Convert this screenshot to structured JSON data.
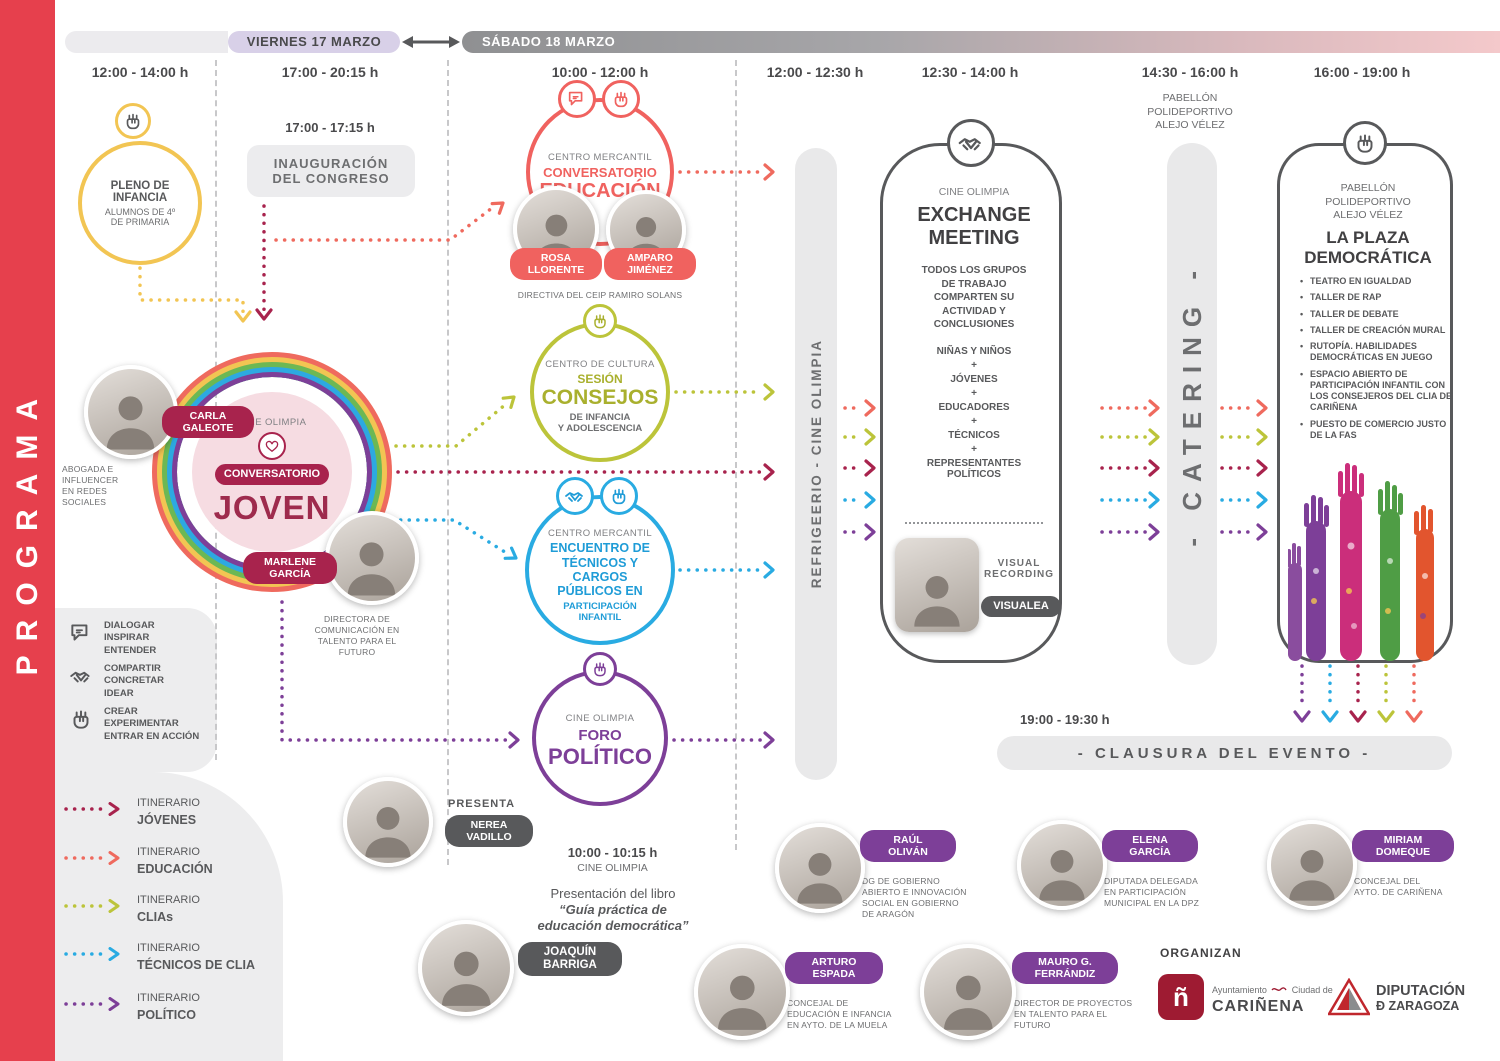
{
  "sidebar": {
    "title": "PROGRAMA"
  },
  "header": {
    "friday": "VIERNES 17 MARZO",
    "saturday": "SÁBADO 18 MARZO"
  },
  "times": {
    "t1": "12:00 - 14:00 h",
    "t2": "17:00 - 20:15 h",
    "t3": "10:00 - 12:00 h",
    "t4": "12:00 - 12:30 h",
    "t5": "12:30 - 14:00 h",
    "t6": "14:30 - 16:00 h",
    "t7": "16:00 - 19:00 h",
    "t6_venue": "PABELLÓN\nPOLIDEPORTIVO\nALEJO VÉLEZ"
  },
  "pleno": {
    "title": "PLENO DE INFANCIA",
    "subtitle": "ALUMNOS DE 4º\nDE PRIMARIA"
  },
  "inauguracion": {
    "time": "17:00 - 17:15 h",
    "title": "INAUGURACIÓN\nDEL CONGRESO"
  },
  "educacion": {
    "venue": "CENTRO MERCANTIL",
    "title1": "CONVERSATORIO",
    "title2": "EDUCACIÓN",
    "speaker1": "ROSA\nLLORENTE",
    "speaker2": "AMPARO\nJIMÉNEZ",
    "caption": "DIRECTIVA DEL CEIP RAMIRO SOLANS"
  },
  "joven": {
    "venue": "CINE OLIMPIA",
    "pill": "CONVERSATORIO",
    "title": "JOVEN",
    "speaker1": "CARLA\nGALEOTE",
    "speaker1_role": "ABOGADA E\nINFLUENCER\nEN REDES\nSOCIALES",
    "speaker2": "MARLENE\nGARCÍA",
    "speaker2_role": "DIRECTORA DE\nCOMUNICACIÓN EN\nTALENTO PARA EL\nFUTURO"
  },
  "consejos": {
    "venue": "CENTRO DE CULTURA",
    "pre": "SESIÓN",
    "title": "CONSEJOS",
    "sub": "DE INFANCIA\nY ADOLESCENCIA"
  },
  "tecnicos": {
    "venue": "CENTRO MERCANTIL",
    "title": "ENCUENTRO DE\nTÉCNICOS Y\nCARGOS\nPÚBLICOS EN",
    "sub": "PARTICIPACIÓN\nINFANTIL"
  },
  "foro": {
    "venue": "CINE OLIMPIA",
    "title1": "FORO",
    "title2": "POLÍTICO",
    "presenta": "PRESENTA",
    "presenter": "NEREA\nVADILLO"
  },
  "libro": {
    "time": "10:00 - 10:15 h",
    "venue": "CINE OLIMPIA",
    "line1": "Presentación del libro",
    "line2": "“Guía práctica de\neducación democrática”",
    "author": "JOAQUÍN\nBARRIGA"
  },
  "refrigerio": {
    "label": "REFRIGEERIO - CINE OLIMPIA"
  },
  "exchange": {
    "venue": "CINE OLIMPIA",
    "title": "EXCHANGE\nMEETING",
    "desc": "TODOS LOS GRUPOS\nDE TRABAJO\nCOMPARTEN SU\nACTIVIDAD Y\nCONCLUSIONES",
    "groups": [
      "NIÑAS Y NIÑOS",
      "+",
      "JÓVENES",
      "+",
      "EDUCADORES",
      "+",
      "TÉCNICOS",
      "+",
      "REPRESENTANTES\nPOLÍTICOS"
    ],
    "visual_label": "VISUAL\nRECORDING",
    "visual_name": "VISUALEA"
  },
  "catering": {
    "label": "- CATERING -"
  },
  "plaza": {
    "venue": "PABELLÓN\nPOLIDEPORTIVO\nALEJO VÉLEZ",
    "title": "LA PLAZA\nDEMOCRÁTICA",
    "items": [
      "TEATRO EN IGUALDAD",
      "TALLER DE RAP",
      "TALLER DE DEBATE",
      "TALLER DE CREACIÓN MURAL",
      "RUTOPÍA. HABILIDADES DEMOCRÁTICAS EN JUEGO",
      "ESPACIO ABIERTO DE PARTICIPACIÓN INFANTIL CON LOS CONSEJEROS DEL CLIA DE CARIÑENA",
      "PUESTO DE COMERCIO JUSTO DE LA FAS"
    ]
  },
  "clausura": {
    "time": "19:00 - 19:30 h",
    "title": "- CLAUSURA DEL EVENTO -"
  },
  "legend": {
    "verbs": [
      {
        "text": "DIALOGAR\nINSPIRAR\nENTENDER"
      },
      {
        "text": "COMPARTIR\nCONCRETAR\nIDEAR"
      },
      {
        "text": "CREAR\nEXPERIMENTAR\nENTRAR EN ACCIÓN"
      }
    ],
    "itineraries": [
      {
        "prefix": "ITINERARIO",
        "name": "JÓVENES",
        "color": "#a8234d"
      },
      {
        "prefix": "ITINERARIO",
        "name": "EDUCACIÓN",
        "color": "#ef6a5e"
      },
      {
        "prefix": "ITINERARIO",
        "name": "CLIAs",
        "color": "#bcc43a"
      },
      {
        "prefix": "ITINERARIO",
        "name": "TÉCNICOS DE CLIA",
        "color": "#29abe2"
      },
      {
        "prefix": "ITINERARIO",
        "name": "POLÍTICO",
        "color": "#7d3f98"
      }
    ]
  },
  "people": [
    {
      "name": "RAÚL\nOLIVÁN",
      "role": "DG DE GOBIERNO\nABIERTO E INNOVACIÓN\nSOCIAL EN GOBIERNO\nDE ARAGÓN"
    },
    {
      "name": "ELENA\nGARCÍA",
      "role": "DIPUTADA DELEGADA\nEN PARTICIPACIÓN\nMUNICIPAL EN LA DPZ"
    },
    {
      "name": "MIRIAM\nDOMEQUE",
      "role": "CONCEJAL DEL\nAYTO. DE CARIÑENA"
    },
    {
      "name": "ARTURO\nESPADA",
      "role": "CONCEJAL DE\nEDUCACIÓN E INFANCIA\nEN AYTO. DE LA MUELA"
    },
    {
      "name": "MAURO G.\nFERRÁNDIZ",
      "role": "DIRECTOR DE PROYECTOS\nEN TALENTO PARA EL\nFUTURO"
    }
  ],
  "organizers": {
    "label": "ORGANIZAN",
    "org1_top": "Ayuntamiento",
    "org1_mid": "Ciudad de",
    "org1_name": "CARIÑENA",
    "org2_name": "DIPUTACIÓN",
    "org2_sub": "Đ ZARAGOZA"
  },
  "colors": {
    "sidebar": "#e6404d",
    "jovenes": "#a8234d",
    "educacion": "#ef6a5e",
    "clias": "#bcc43a",
    "tecnicos": "#29abe2",
    "politico": "#7d3f98",
    "infancia": "#f2c553",
    "dark": "#58595b"
  }
}
